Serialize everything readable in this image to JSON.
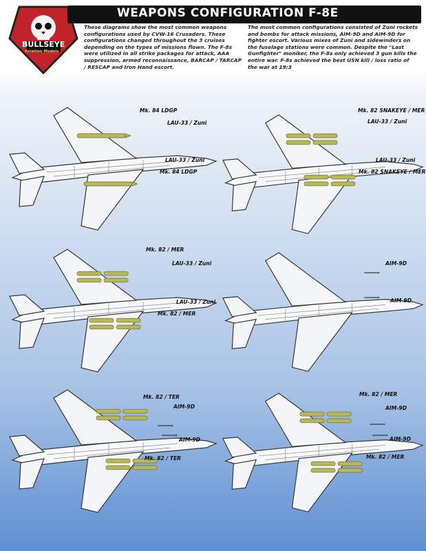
{
  "header": {
    "title": "WEAPONS CONFIGURATION F-8E",
    "logo_text": "BULLSEYE",
    "logo_subtext": "Aviation Models"
  },
  "intro": {
    "left": "These diagrams show the most common weapons configurations used by CVW-16 Crusaders. These configurations changed throughout the 3 cruises depending on the types of missions flown. The F-8s were utilized in all strike packages for attack, AAA suppression, armed reconnaissance, BARCAP / TARCAP / RESCAP and Iron Hand escort.",
    "right": "The most common configurations consisted of Zuni rockets and bombs for attack missions, AIM-9D and AIM-9D for fighter escort. Various mixes of Zuni and sidewinders on the fuselage stations were common. Despite the \"Last Gunfighter\" moniker, the F-8s only achieved 3 gun kills the entire war. F-8s achieved the best USN kill / loss ratio of the war at 19:3"
  },
  "colors": {
    "header_bg": "#111111",
    "ordnance": "#b8b85a",
    "leader": "#8a1c1c",
    "badge_red": "#c0242a"
  },
  "configs": [
    {
      "labels": [
        "Mk. 84 LDGP",
        "LAU-33 / Zuni",
        "LAU-33 / Zuni",
        "Mk. 84 LDGP"
      ]
    },
    {
      "labels": [
        "Mk. 82 SNAKEYE / MER",
        "LAU-33 / Zuni",
        "LAU-33 / Zuni",
        "Mk. 82 SNAKEYE / MER"
      ]
    },
    {
      "labels": [
        "Mk. 82 / MER",
        "LAU-33 / Zuni",
        "LAU-33 / Zuni",
        "Mk. 82 / MER"
      ]
    },
    {
      "labels": [
        "AIM-9D",
        "AIM-9D"
      ]
    },
    {
      "labels": [
        "Mk. 82 / TER",
        "AIM-9D",
        "AIM-9D",
        "Mk. 82 / TER"
      ]
    },
    {
      "labels": [
        "Mk. 82 / MER",
        "AIM-9D",
        "AIM-9D",
        "Mk. 82 / MER"
      ]
    }
  ]
}
